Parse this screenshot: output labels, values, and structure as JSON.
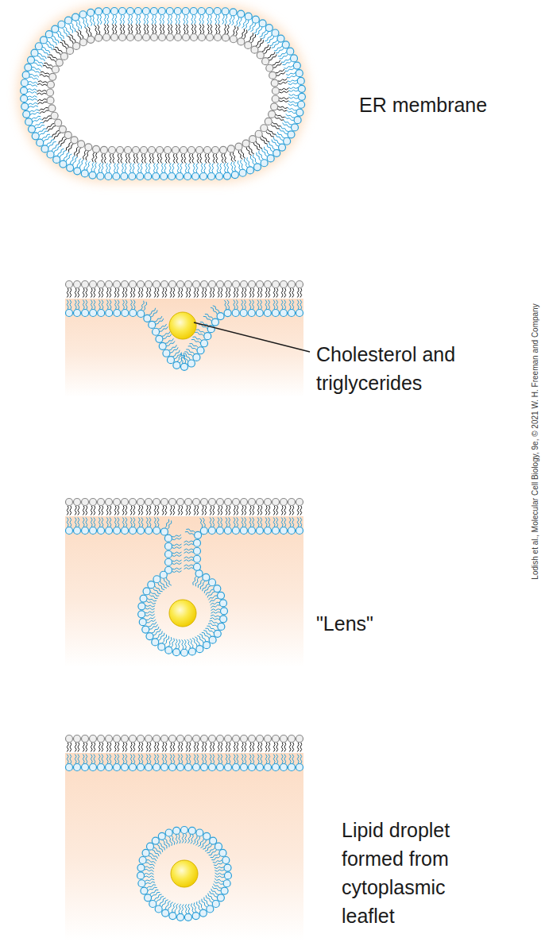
{
  "diagram": {
    "labels": [
      "ER membrane",
      "Cholesterol and triglycerides",
      "\"Lens\"",
      "Lipid droplet formed from cytoplasmic leaflet",
      "Lodish et al., Molecular Cell Biology, 9e, © 2021 W. H. Freeman and Company"
    ]
  }
}
